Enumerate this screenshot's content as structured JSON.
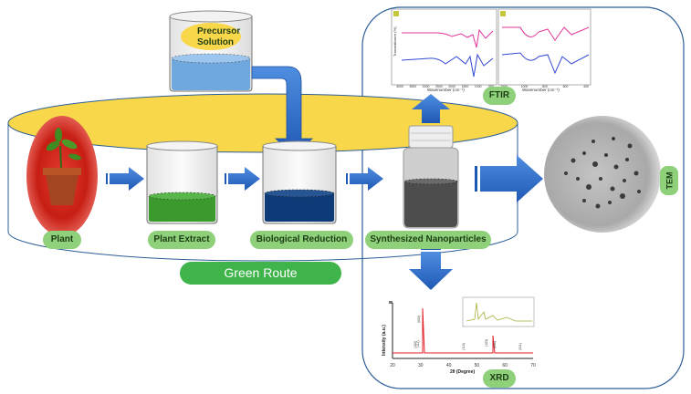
{
  "labels": {
    "precursor": [
      "Precursor",
      "Solution"
    ],
    "plant": "Plant",
    "plant_extract": "Plant Extract",
    "biological_reduction": "Biological Reduction",
    "synthesized_nanoparticles": "Synthesized Nanoparticles",
    "green_route": "Green Route",
    "ftir": "FTIR",
    "tem": "TEM",
    "xrd": "XRD"
  },
  "ftir": {
    "left_xlabel": "Wavenumber (cm⁻¹)",
    "right_xlabel": "Wavenumber (cm⁻¹)",
    "ylabel": "Transmittance (%)",
    "left_xticks": [
      "4000",
      "3500",
      "3000",
      "2500",
      "2000",
      "1500",
      "1000",
      "500"
    ],
    "right_xticks": [
      "1500",
      "1000",
      "800",
      "600",
      "400"
    ]
  },
  "xrd": {
    "xlabel": "2θ (Degree)",
    "ylabel": "Intensity (a.u.)",
    "xticks": [
      "20",
      "30",
      "40",
      "50",
      "60",
      "70"
    ],
    "peak_labels": [
      "(002)",
      "(111)",
      "(102)",
      "(110)",
      "(103)",
      "(220)",
      "(311)"
    ]
  },
  "colors": {
    "accent_green": "#8fd07a",
    "route_green": "#3fb44a",
    "arrow_blue": "#2f6fc9",
    "disk_yellow": "#f9d74a"
  }
}
